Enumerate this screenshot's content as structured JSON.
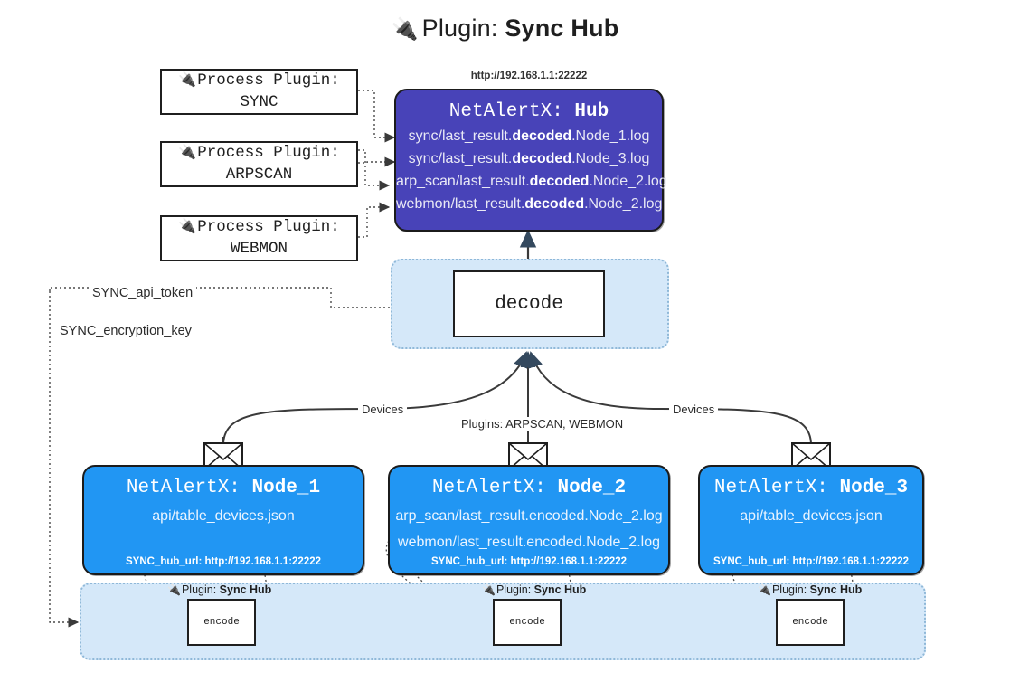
{
  "title": {
    "icon": "plug-icon",
    "prefix": "Plugin: ",
    "name": "Sync Hub"
  },
  "process_plugins": [
    {
      "line1": "Process Plugin:",
      "line2": "SYNC"
    },
    {
      "line1": "Process Plugin:",
      "line2": "ARPSCAN"
    },
    {
      "line1": "Process Plugin:",
      "line2": "WEBMON"
    }
  ],
  "hub": {
    "url_label": "http://192.168.1.1:22222",
    "title_prefix": "NetAlertX: ",
    "title_name": "Hub",
    "logs": [
      {
        "pre": "sync/last_result.",
        "bold": "decoded",
        "post": ".Node_1.log"
      },
      {
        "pre": "sync/last_result.",
        "bold": "decoded",
        "post": ".Node_3.log"
      },
      {
        "pre": "arp_scan/last_result.",
        "bold": "decoded",
        "post": ".Node_2.log"
      },
      {
        "pre": "webmon/last_result.",
        "bold": "decoded",
        "post": ".Node_2.log"
      }
    ]
  },
  "decode": {
    "label": "decode"
  },
  "keys": {
    "api_token": "SYNC_api_token",
    "encryption_key": "SYNC_encryption_key"
  },
  "edge_labels": {
    "devices_left": "Devices",
    "plugins_center": "Plugins: ARPSCAN, WEBMON",
    "devices_right": "Devices"
  },
  "nodes": [
    {
      "title_prefix": "NetAlertX: ",
      "title_name": "Node_1",
      "lines": [
        "api/table_devices.json"
      ],
      "footer": "SYNC_hub_url: http://192.168.1.1:22222"
    },
    {
      "title_prefix": "NetAlertX: ",
      "title_name": "Node_2",
      "lines": [
        "arp_scan/last_result.encoded.Node_2.log",
        "webmon/last_result.encoded.Node_2.log"
      ],
      "footer": "SYNC_hub_url: http://192.168.1.1:22222"
    },
    {
      "title_prefix": "NetAlertX: ",
      "title_name": "Node_3",
      "lines": [
        "api/table_devices.json"
      ],
      "footer": "SYNC_hub_url: http://192.168.1.1:22222"
    }
  ],
  "encoders": [
    {
      "plugin_label_prefix": "Plugin: ",
      "plugin_label_name": "Sync Hub",
      "box_label": "encode"
    },
    {
      "plugin_label_prefix": "Plugin: ",
      "plugin_label_name": "Sync Hub",
      "box_label": "encode"
    },
    {
      "plugin_label_prefix": "Plugin: ",
      "plugin_label_name": "Sync Hub",
      "box_label": "encode"
    }
  ],
  "colors": {
    "hub_fill": "#4843b8",
    "node_fill": "#2196f3",
    "cluster_fill": "#d5e8f9",
    "cluster_border": "#8fb8d8",
    "stroke": "#1f1f1f"
  }
}
